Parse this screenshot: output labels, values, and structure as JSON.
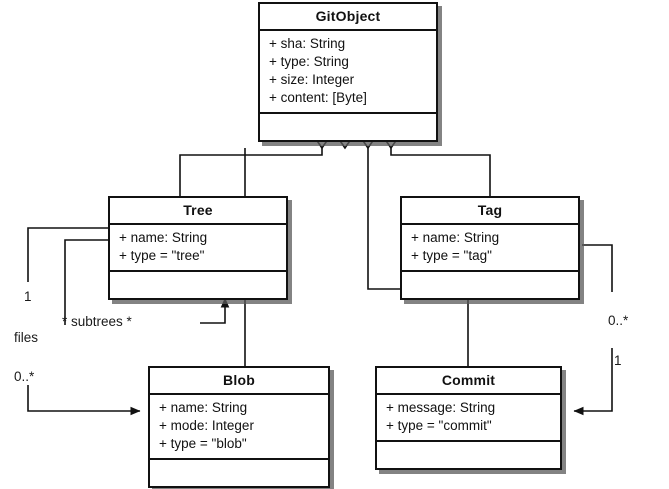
{
  "diagram": {
    "title": "Git object model UML class diagram",
    "type": "uml-class-diagram",
    "background": "#ffffff",
    "line_color": "#111111",
    "classes": [
      {
        "id": "gitobject",
        "name": "GitObject",
        "attributes": [
          "+ sha: String",
          "+ type: String",
          "+ size: Integer",
          "+ content: [Byte]"
        ],
        "operations": []
      },
      {
        "id": "tree",
        "name": "Tree",
        "attributes": [
          "+ name: String",
          "+ type = \"tree\""
        ],
        "operations": []
      },
      {
        "id": "tag",
        "name": "Tag",
        "attributes": [
          "+ name: String",
          "+ type = \"tag\""
        ],
        "operations": []
      },
      {
        "id": "blob",
        "name": "Blob",
        "attributes": [
          "+ name: String",
          "+ mode: Integer",
          "+ type = \"blob\""
        ],
        "operations": []
      },
      {
        "id": "commit",
        "name": "Commit",
        "attributes": [
          "+ message: String",
          "+ type = \"commit\""
        ],
        "operations": []
      }
    ],
    "generalizations": [
      {
        "from": "Tree",
        "to": "GitObject"
      },
      {
        "from": "Blob",
        "to": "GitObject"
      },
      {
        "from": "Commit",
        "to": "GitObject"
      },
      {
        "from": "Tag",
        "to": "GitObject"
      }
    ],
    "associations": [
      {
        "id": "tree-subtrees",
        "from": "Tree",
        "to": "Tree",
        "role": "* subtrees *",
        "source_multiplicity": "",
        "target_multiplicity": ""
      },
      {
        "id": "tree-files-blob",
        "from": "Tree",
        "to": "Blob",
        "role": "files",
        "source_multiplicity": "1",
        "target_multiplicity": "0..*"
      },
      {
        "id": "tag-commit",
        "from": "Tag",
        "to": "Commit",
        "role": "",
        "source_multiplicity": "0..*",
        "target_multiplicity": "1"
      }
    ],
    "labels": [
      {
        "id": "left-one",
        "text": "1"
      },
      {
        "id": "subtrees",
        "text": "* subtrees *"
      },
      {
        "id": "files",
        "text": "files"
      },
      {
        "id": "left-zero-many",
        "text": "0..*"
      },
      {
        "id": "right-zero-many",
        "text": "0..*"
      },
      {
        "id": "right-one",
        "text": "1"
      }
    ]
  }
}
